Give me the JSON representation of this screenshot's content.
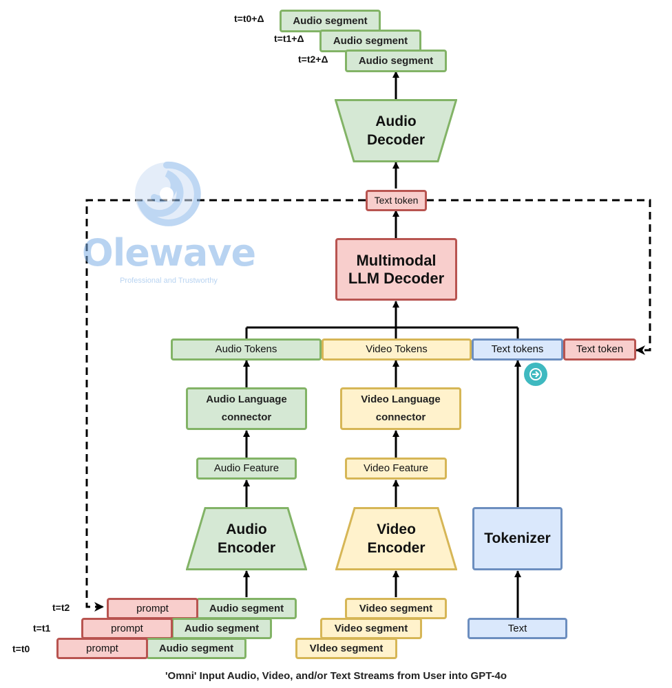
{
  "outputs": {
    "t0_label": "t=t0+Δ",
    "t1_label": "t=t1+Δ",
    "t2_label": "t=t2+Δ",
    "segment_label": "Audio segment"
  },
  "audio_decoder": "Audio\nDecoder",
  "text_token_top": "Text token",
  "llm_decoder": "Multimodal\nLLM Decoder",
  "tokens": {
    "audio": "Audio Tokens",
    "video": "Video Tokens",
    "text": "Text tokens",
    "text_token_feedback": "Text token"
  },
  "audio_path": {
    "connector": "Audio Language\nconnector",
    "feature": "Audio Feature",
    "encoder": "Audio\nEncoder"
  },
  "video_path": {
    "connector": "Video Language\nconnector",
    "feature": "Video Feature",
    "encoder": "Video\nEncoder"
  },
  "tokenizer": "Tokenizer",
  "text_input": "Text",
  "inputs": {
    "t2_label": "t=t2",
    "t1_label": "t=t1",
    "t0_label": "t=t0",
    "prompt_label": "prompt",
    "audio_segment_label": "Audio segment",
    "video_segment_label": "Video segment",
    "video_segment_label_bottom": "Vldeo segment"
  },
  "watermark": {
    "brand": "Olewave",
    "tagline": "Professional and Trustworthy"
  },
  "caption": "'Omni' Input Audio, Video, and/or Text Streams from User into GPT-4o",
  "colors": {
    "green_fill": "#d5e8d4",
    "green_stroke": "#82b366",
    "yellow_fill": "#fff2cc",
    "yellow_stroke": "#d6b656",
    "red_fill": "#f8cecc",
    "red_stroke": "#b85450",
    "blue_fill": "#dae8fc",
    "blue_stroke": "#6c8ebf",
    "play_button": "#3fb9c0"
  },
  "icons": {
    "play_button": "arrow-right-circle-icon",
    "watermark_logo": "swirl-logo-icon"
  }
}
